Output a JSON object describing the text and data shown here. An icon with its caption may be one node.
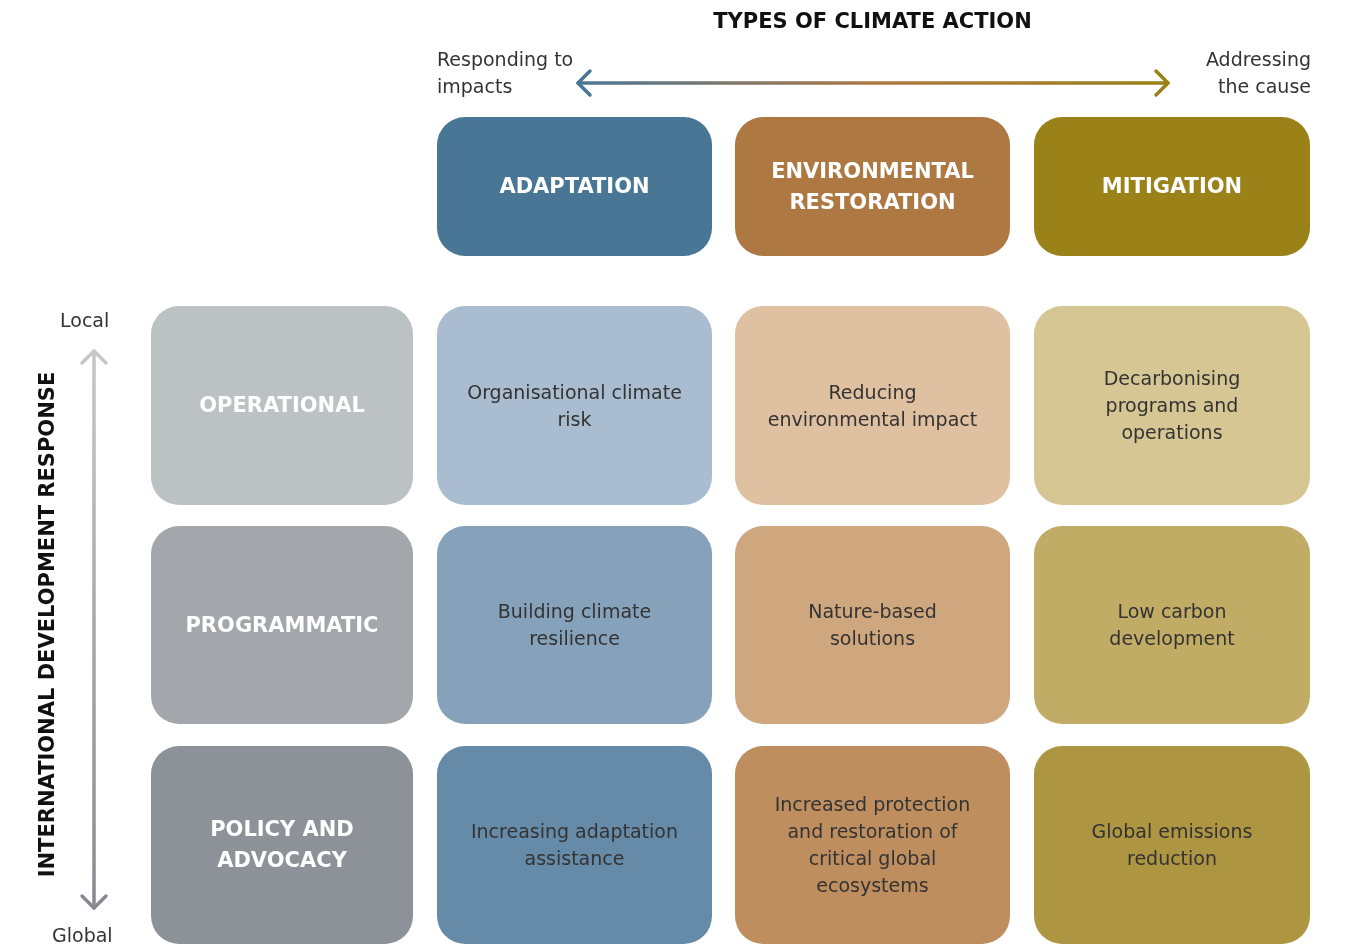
{
  "diagram": {
    "title": "TYPES OF CLIMATE ACTION",
    "nodes": [
      {
        "text": [
          "ADAPTATION"
        ]
      },
      {
        "text": [
          "ENVIRONMENTAL RESTORATION"
        ]
      },
      {
        "text": [
          "MITIGATION"
        ]
      },
      {
        "text": [
          "OPERATIONAL"
        ]
      },
      {
        "text": [
          "Organisational climate risk"
        ]
      },
      {
        "text": [
          "Reducing environmental impact"
        ]
      },
      {
        "text": [
          "Decarbonising programs and operations"
        ]
      },
      {
        "text": [
          "PROGRAMMATIC"
        ]
      },
      {
        "text": [
          "Building climate resilience"
        ]
      },
      {
        "text": [
          "Nature-based solutions"
        ]
      },
      {
        "text": [
          "Low carbon development"
        ]
      },
      {
        "text": [
          "POLICY AND ADVOCACY"
        ]
      },
      {
        "text": [
          "Increasing adaptation assistance"
        ]
      },
      {
        "text": [
          "Increased protection and restoration of critical global ecosystems"
        ]
      },
      {
        "text": [
          "Global emissions reduction"
        ]
      }
    ],
    "edges": [],
    "labels": [
      "Responding to impacts",
      "Addressing the cause",
      "Local",
      "INTERNATIONAL DEVELOPMENT RESPONSE",
      "Global"
    ]
  }
}
